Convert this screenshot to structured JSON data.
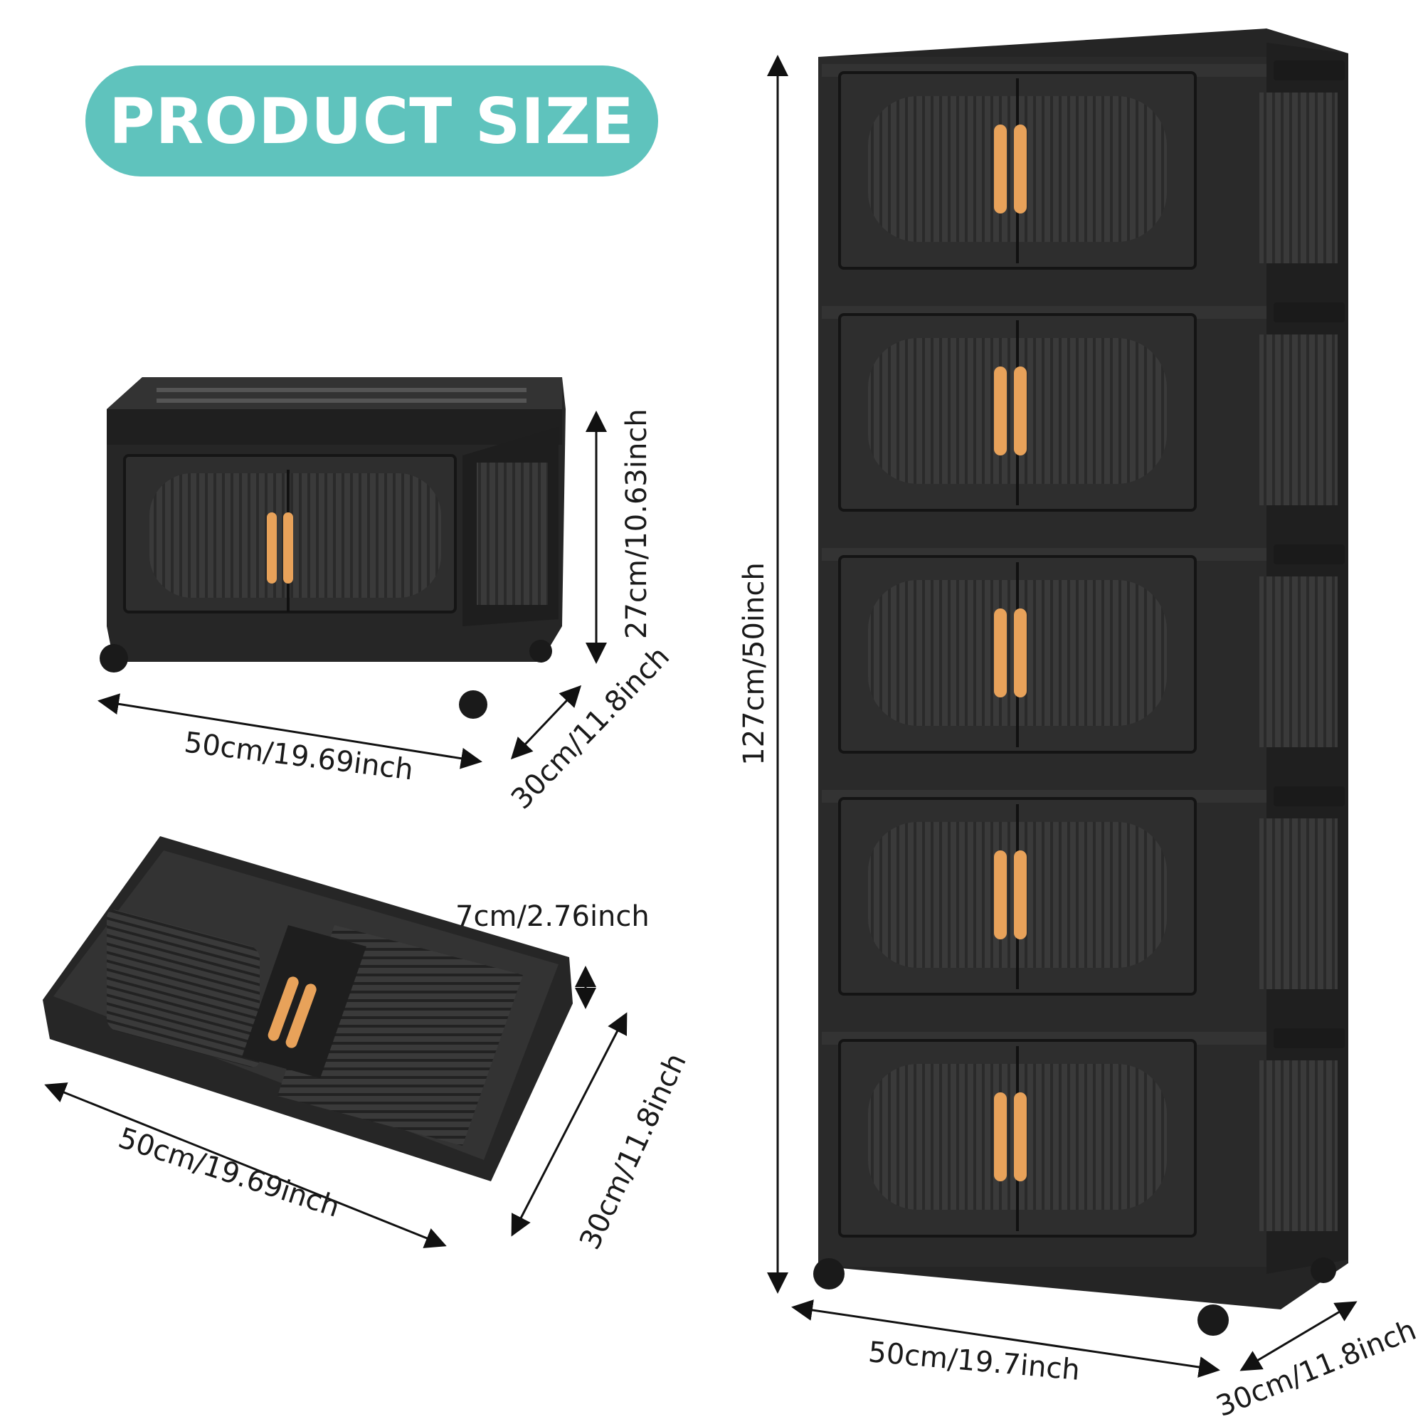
{
  "badge": {
    "text": "PRODUCT SIZE"
  },
  "colors": {
    "badge_bg": "#5fc3bd",
    "cabinet_body": "#2c2c2c",
    "cabinet_edge": "#1a1a1a",
    "panel": "#3b3b3b",
    "handle": "#e8a25a",
    "dimension_line": "#111111"
  },
  "single_box": {
    "height_label": "27cm/10.63inch",
    "width_label": "50cm/19.69inch",
    "depth_label": "30cm/11.8inch"
  },
  "folded_box": {
    "thickness_label": "7cm/2.76inch",
    "width_label": "50cm/19.69inch",
    "depth_label": "30cm/11.8inch"
  },
  "tower": {
    "height_label": "127cm/50inch",
    "width_label": "50cm/19.7inch",
    "depth_label": "30cm/11.8inch"
  }
}
